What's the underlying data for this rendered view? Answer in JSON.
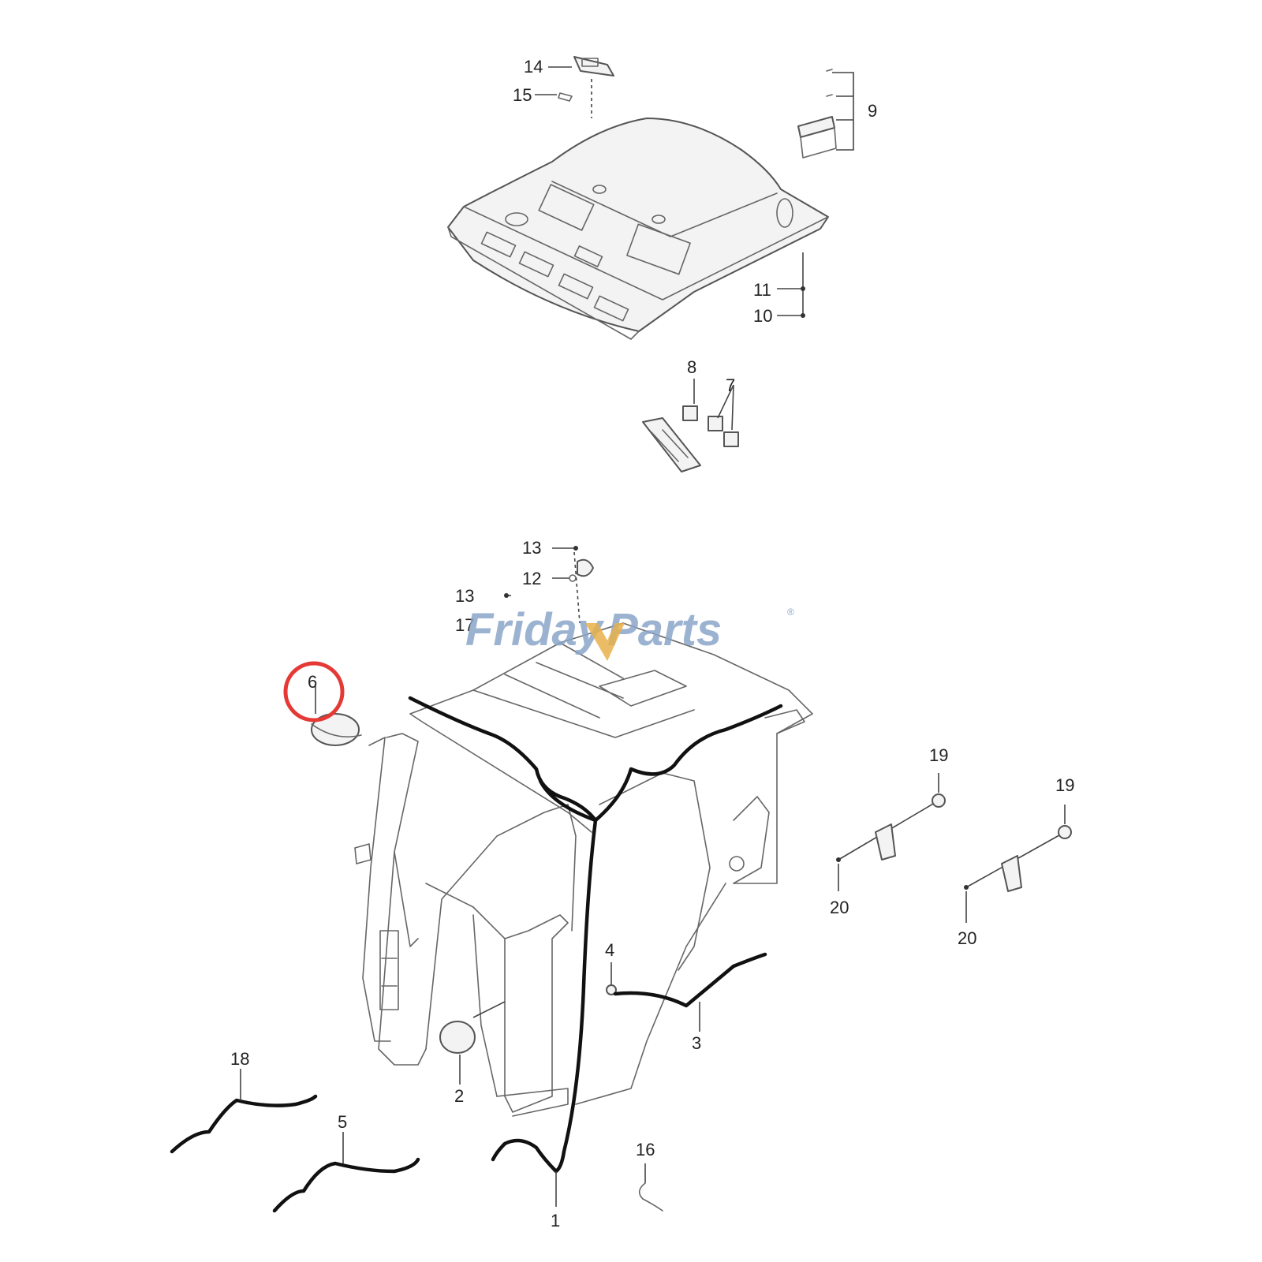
{
  "labels": {
    "c1": "1",
    "c2": "2",
    "c3": "3",
    "c4": "4",
    "c5": "5",
    "c6": "6",
    "c7": "7",
    "c8": "8",
    "c9": "9",
    "c10": "10",
    "c11": "11",
    "c12": "12",
    "c13a": "13",
    "c13b": "13",
    "c14": "14",
    "c15": "15",
    "c16": "16",
    "c17": "17",
    "c18": "18",
    "c19a": "19",
    "c19b": "19",
    "c20a": "20",
    "c20b": "20"
  },
  "watermark": {
    "brand_a": "Friday",
    "brand_b": "Parts",
    "registered": "®"
  },
  "highlight": {
    "color": "#e53935",
    "callout": "6"
  }
}
